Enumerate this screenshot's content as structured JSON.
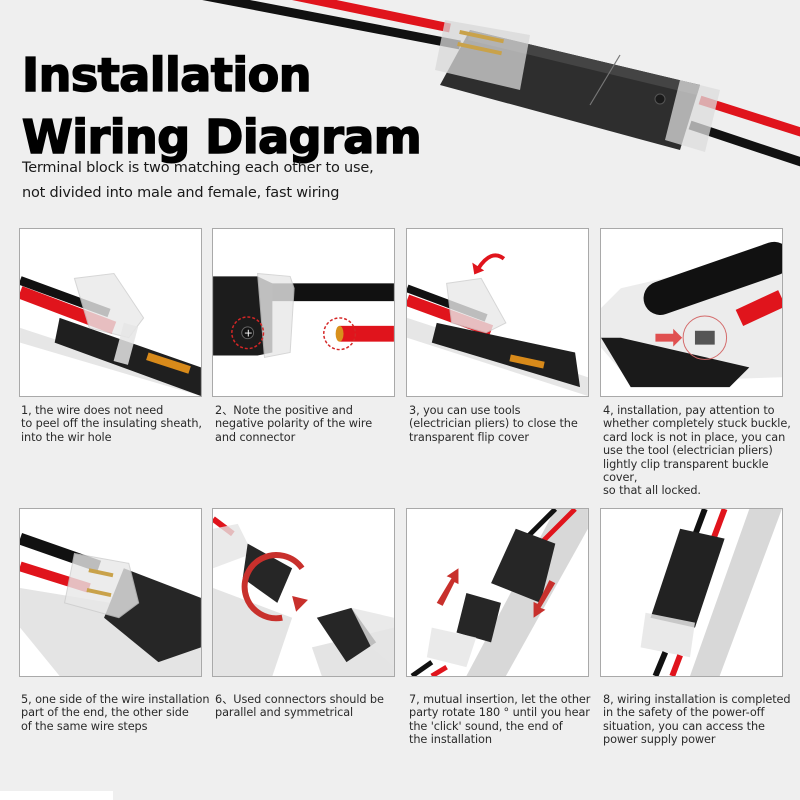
{
  "header": {
    "title_line1": "Installation",
    "title_line2": "Wiring Diagram",
    "subtitle_line1": "Terminal block is two matching each other to use,",
    "subtitle_line2": "not divided into male and female, fast wiring"
  },
  "colors": {
    "background": "#efefef",
    "panel_border": "#a9a9a9",
    "wire_red": "#e0141c",
    "wire_black": "#111111",
    "connector_body": "#2b2b2b",
    "arrow_red": "#c8302c"
  },
  "steps": [
    {
      "number": "1",
      "caption": "1, the wire does not need\nto peel off the insulating sheath,\ninto the wir hole",
      "image": "wire-inserted-open-cover"
    },
    {
      "number": "2",
      "caption": "2、Note the positive and\nnegative polarity of the wire\nand connector",
      "image": "polarity-marks-highlighted"
    },
    {
      "number": "3",
      "caption": "3, you can use tools\n(electrician pliers) to close the\ntransparent flip cover",
      "image": "closing-flip-cover-arrow"
    },
    {
      "number": "4",
      "caption": "4, installation, pay attention to\nwhether completely stuck buckle,\ncard lock is not in place, you can\nuse the tool (electrician pliers)\nlightly clip transparent buckle cover,\nso that all locked.",
      "image": "buckle-lock-closeup"
    },
    {
      "number": "5",
      "caption": "5, one side of the wire installation\npart of the end, the other side\nof the same wire steps",
      "image": "one-side-installed"
    },
    {
      "number": "6",
      "caption": "6、Used connectors should be\nparallel and symmetrical",
      "image": "rotate-connector-arrow"
    },
    {
      "number": "7",
      "caption": "7, mutual insertion, let the other\nparty rotate 180 ° until you hear\nthe 'click' sound, the end of\nthe installation",
      "image": "mutual-insertion-arrows"
    },
    {
      "number": "8",
      "caption": "8, wiring installation is completed\nin the safety of the power-off\nsituation, you can access the\npower supply power",
      "image": "completed-connection"
    }
  ]
}
